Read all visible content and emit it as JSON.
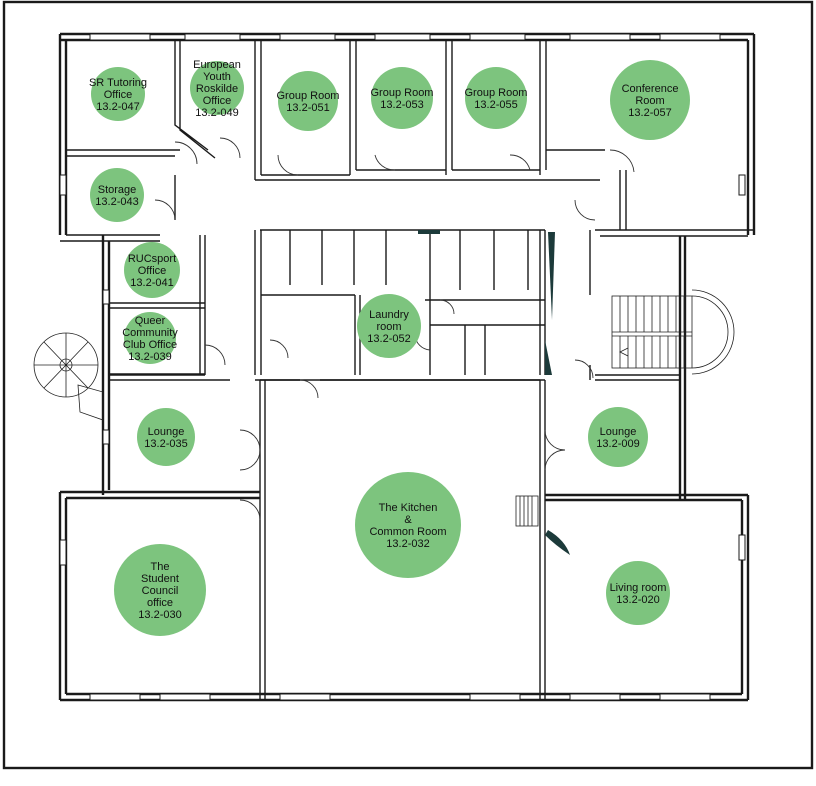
{
  "floor_plan": {
    "rooms": [
      {
        "id": "sr-tutoring",
        "lines": [
          "SR Tutoring",
          "Office",
          "13.2-047"
        ]
      },
      {
        "id": "european-youth",
        "lines": [
          "European",
          "Youth",
          "Roskilde",
          "Office",
          "13.2-049"
        ]
      },
      {
        "id": "group-room-051",
        "lines": [
          "Group Room",
          "13.2-051"
        ]
      },
      {
        "id": "group-room-053",
        "lines": [
          "Group Room",
          "13.2-053"
        ]
      },
      {
        "id": "group-room-055",
        "lines": [
          "Group Room",
          "13.2-055"
        ]
      },
      {
        "id": "conference-room",
        "lines": [
          "Conference",
          "Room",
          "13.2-057"
        ]
      },
      {
        "id": "storage",
        "lines": [
          "Storage",
          "13.2-043"
        ]
      },
      {
        "id": "rucsport",
        "lines": [
          "RUCsport",
          "Office",
          "13.2-041"
        ]
      },
      {
        "id": "queer-community",
        "lines": [
          "Queer",
          "Community",
          "Club Office",
          "13.2-039"
        ]
      },
      {
        "id": "laundry",
        "lines": [
          "Laundry",
          "room",
          "13.2-052"
        ]
      },
      {
        "id": "lounge-035",
        "lines": [
          "Lounge",
          "13.2-035"
        ]
      },
      {
        "id": "lounge-009",
        "lines": [
          "Lounge",
          "13.2-009"
        ]
      },
      {
        "id": "kitchen",
        "lines": [
          "The Kitchen",
          "&",
          "Common Room",
          "13.2-032"
        ]
      },
      {
        "id": "student-council",
        "lines": [
          "The",
          "Student",
          "Council",
          "office",
          "13.2-030"
        ]
      },
      {
        "id": "living-room",
        "lines": [
          "Living room",
          "13.2-020"
        ]
      }
    ],
    "colors": {
      "room_marker": "#7dc47e",
      "walls": "#1a1a1a",
      "stair_dark": "#1c3a3a"
    }
  }
}
